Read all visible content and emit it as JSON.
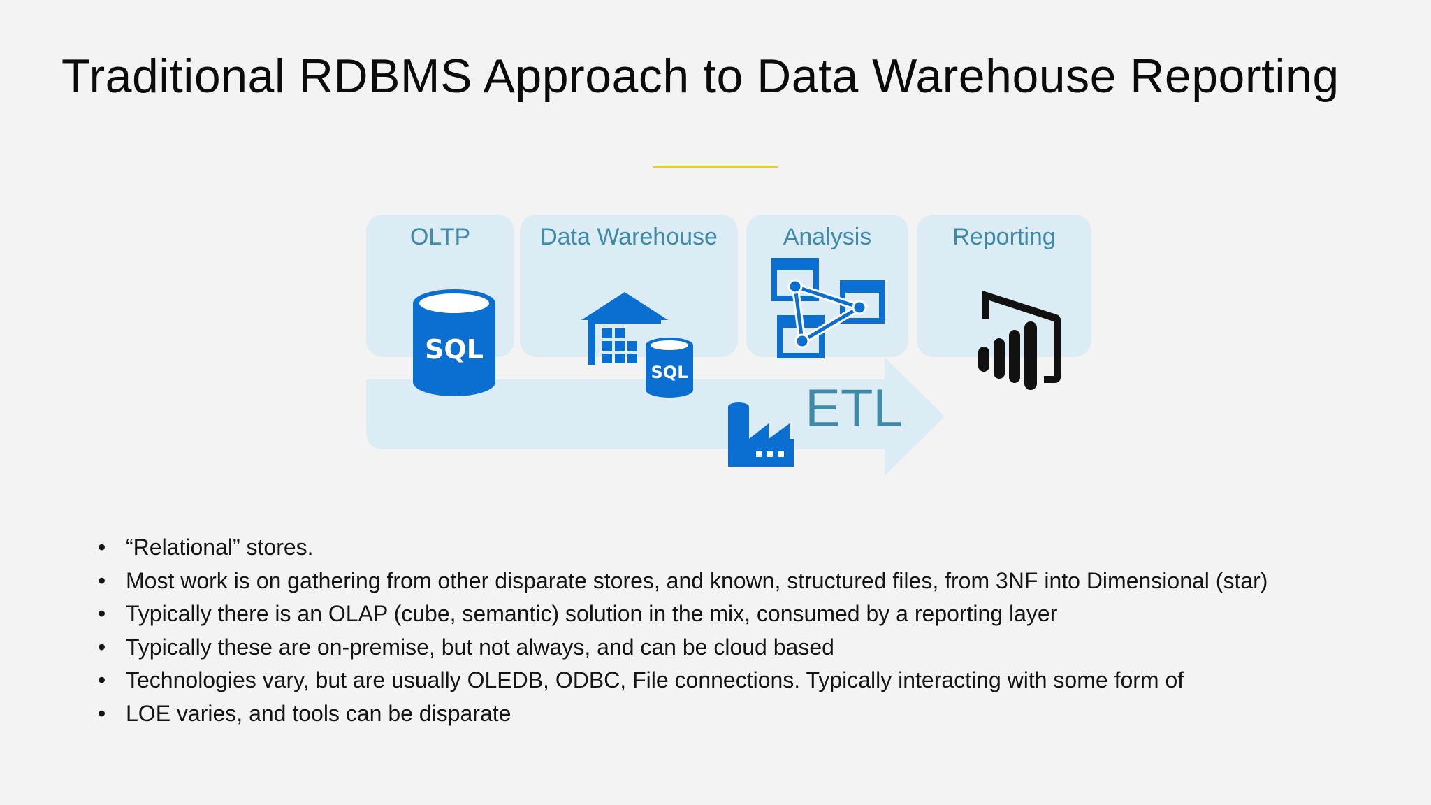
{
  "slide": {
    "title": "Traditional RDBMS Approach to Data Warehouse Reporting",
    "accent_color": "#f3d600"
  },
  "diagram": {
    "stages": [
      {
        "label": "OLTP",
        "icon": "sql-database-icon"
      },
      {
        "label": "Data Warehouse",
        "icon": "data-warehouse-icon"
      },
      {
        "label": "Analysis",
        "icon": "analysis-services-icon"
      },
      {
        "label": "Reporting",
        "icon": "power-bi-icon"
      }
    ],
    "etl": {
      "label": "ETL",
      "icon": "data-factory-icon"
    },
    "sql_badge": "SQL",
    "colors": {
      "panel": "#dcecf5",
      "arrow": "#dcecf5",
      "label": "#3f8aa6",
      "icon_blue": "#0a6fd1",
      "icon_black": "#111111"
    }
  },
  "bullets": [
    "“Relational” stores.",
    "Most work is on gathering from other disparate stores, and known, structured files, from 3NF into Dimensional (star)",
    "Typically there is an OLAP (cube, semantic) solution in the mix, consumed by a reporting layer",
    "Typically these are on-premise, but not always, and can be cloud based",
    "Technologies vary, but are usually OLEDB, ODBC, File connections.  Typically interacting with some form of",
    "LOE varies, and tools can be disparate"
  ],
  "bullet_symbol": "•"
}
